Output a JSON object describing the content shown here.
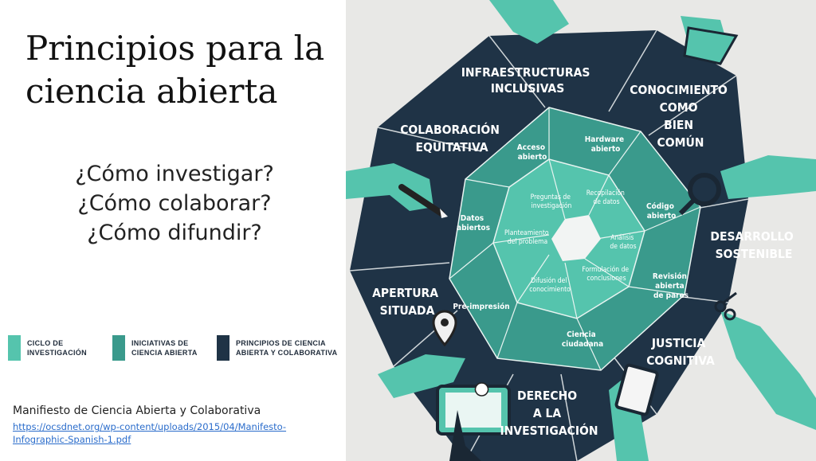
{
  "slide": {
    "title_line1": "Principios para la",
    "title_line2": "ciencia abierta",
    "questions": [
      "¿Cómo investigar?",
      "¿Cómo colaborar?",
      "¿Cómo difundir?"
    ],
    "legend": [
      {
        "label": "CICLO DE\nINVESTIGACIÓN",
        "color": "#55c4ad"
      },
      {
        "label": "INICIATIVAS DE\nCIENCIA ABIERTA",
        "color": "#3a9a8c"
      },
      {
        "label": "PRINCIPIOS DE CIENCIA\nABIERTA Y COLABORATIVA",
        "color": "#1f3346"
      }
    ],
    "source_title": "Manifiesto de Ciencia Abierta y Colaborativa",
    "source_link": "https://ocsdnet.org/wp-content/uploads/2015/04/Manifesto-\nInfographic-Spanish-1.pdf"
  },
  "infographic": {
    "colors": {
      "dark": "#1f3346",
      "teal": "#55c4ad",
      "mid": "#3a9a8c",
      "background": "#e8e8e6"
    },
    "principles": {
      "infraestructuras": [
        "INFRAESTRUCTURAS",
        "INCLUSIVAS"
      ],
      "conocimiento": [
        "CONOCIMIENTO",
        "COMO",
        "BIEN",
        "COMÚN"
      ],
      "colaboracion": [
        "COLABORACIÓN",
        "EQUITATIVA"
      ],
      "desarrollo": [
        "DESARROLLO",
        "SOSTENIBLE"
      ],
      "apertura": [
        "APERTURA",
        "SITUADA"
      ],
      "justicia": [
        "JUSTICIA",
        "COGNITIVA"
      ],
      "derecho": [
        "DERECHO",
        "A LA",
        "INVESTIGACIÓN"
      ]
    },
    "initiatives": {
      "acceso": [
        "Acceso",
        "abierto"
      ],
      "hardware": [
        "Hardware",
        "abierto"
      ],
      "datos": [
        "Datos",
        "abiertos"
      ],
      "codigo": [
        "Código",
        "abierto"
      ],
      "revision": [
        "Revisión",
        "abierta",
        "de pares"
      ],
      "preimpresion": [
        "Pre-impresión"
      ],
      "ciencia_ciudadana": [
        "Ciencia",
        "ciudadana"
      ]
    },
    "cycle": {
      "preguntas": [
        "Preguntas de",
        "investigación"
      ],
      "recopilacion": [
        "Recopilación",
        "de datos"
      ],
      "planteamiento": [
        "Planteamiento",
        "del problema"
      ],
      "analisis": [
        "Análisis",
        "de datos"
      ],
      "formulacion": [
        "Formulación de",
        "conclusiones"
      ],
      "difusion": [
        "Difusión del",
        "conocimiento"
      ]
    }
  }
}
